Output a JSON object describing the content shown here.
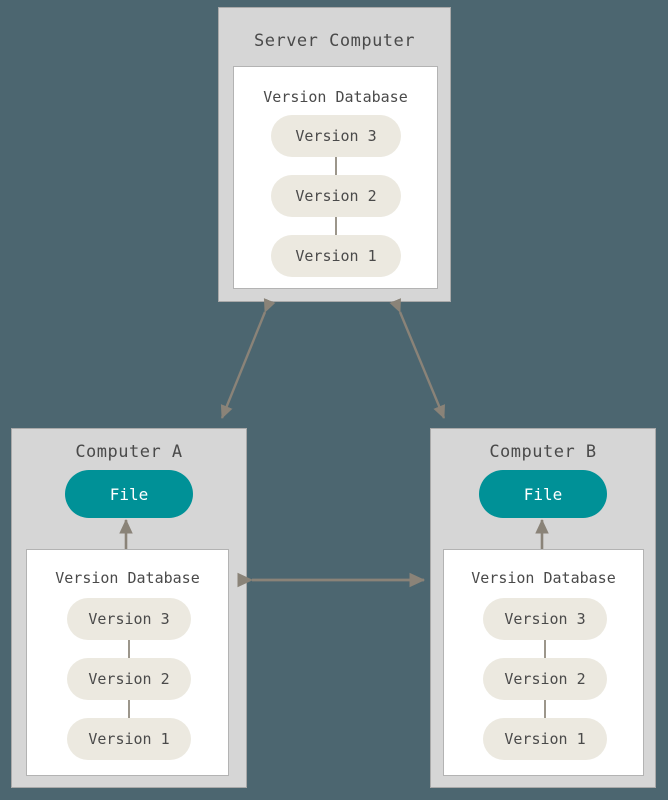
{
  "diagram": {
    "background_color": "#4c6670",
    "machine_fill": "#d6d6d6",
    "db_fill": "#ffffff",
    "pill_fill": "#ece9e0",
    "file_fill": "#009197",
    "arrow_color": "#8a8378",
    "text_color": "#4a4a4a"
  },
  "server": {
    "title": "Server Computer",
    "database": {
      "title": "Version Database",
      "versions": [
        {
          "label": "Version 3"
        },
        {
          "label": "Version 2"
        },
        {
          "label": "Version 1"
        }
      ]
    }
  },
  "computer_a": {
    "title": "Computer A",
    "file": {
      "label": "File"
    },
    "database": {
      "title": "Version Database",
      "versions": [
        {
          "label": "Version 3"
        },
        {
          "label": "Version 2"
        },
        {
          "label": "Version 1"
        }
      ]
    }
  },
  "computer_b": {
    "title": "Computer B",
    "file": {
      "label": "File"
    },
    "database": {
      "title": "Version Database",
      "versions": [
        {
          "label": "Version 3"
        },
        {
          "label": "Version 2"
        },
        {
          "label": "Version 1"
        }
      ]
    }
  },
  "connections": [
    {
      "name": "server-to-computer-a",
      "style": "double-arrow"
    },
    {
      "name": "server-to-computer-b",
      "style": "double-arrow"
    },
    {
      "name": "computer-a-to-computer-b",
      "style": "double-arrow"
    },
    {
      "name": "database-a-to-file-a",
      "style": "single-arrow-up"
    },
    {
      "name": "database-b-to-file-b",
      "style": "single-arrow-up"
    }
  ]
}
